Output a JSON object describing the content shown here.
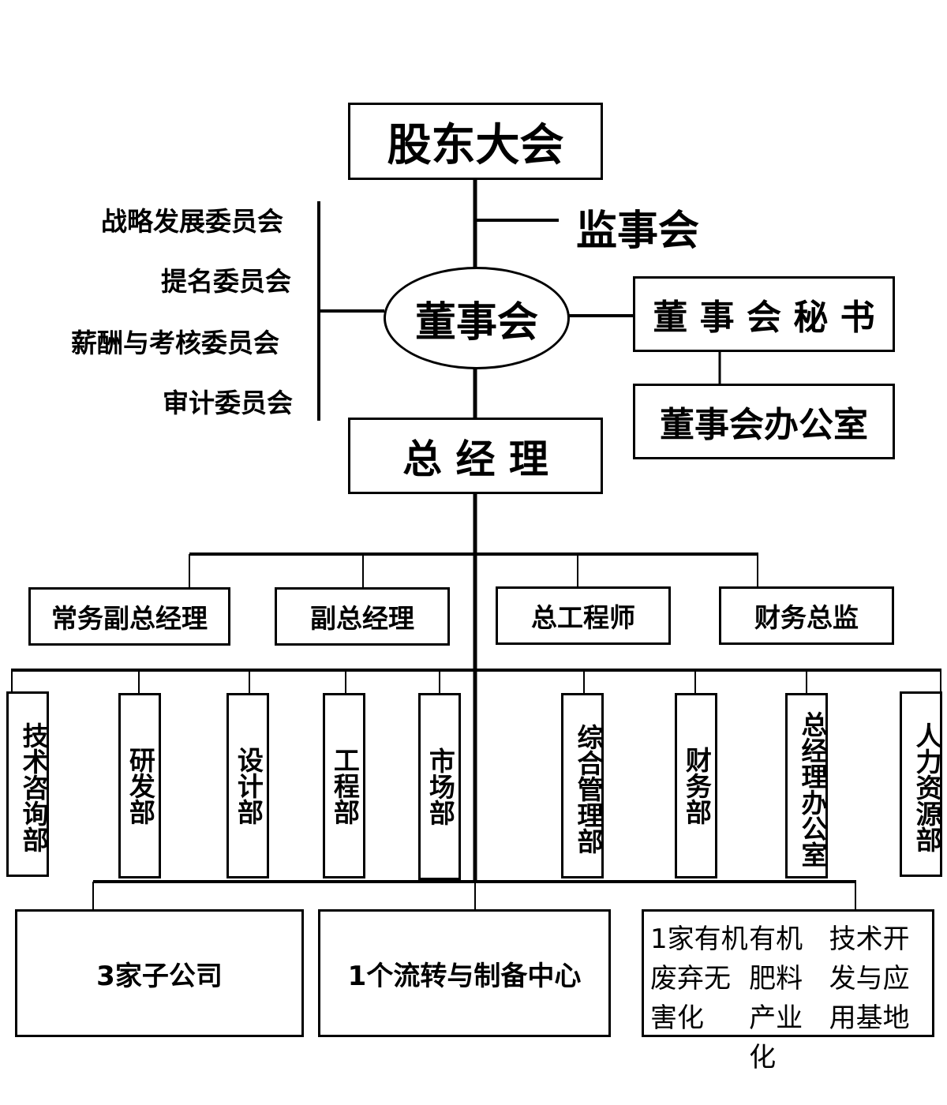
{
  "top": {
    "shareholders": "股东大会",
    "supervisors": "监事会",
    "board": "董事会",
    "board_secretary": "董 事 会 秘 书",
    "board_office": "董事会办公室",
    "general_manager": "总 经 理"
  },
  "committees": [
    "战略发展委员会",
    "提名委员会",
    "薪酬与考核委员会",
    "审计委员会"
  ],
  "executives": [
    "常务副总经理",
    "副总经理",
    "总工程师",
    "财务总监"
  ],
  "departments": {
    "consulting": "技术咨询部",
    "rnd": "研发部",
    "design": "设计部",
    "engineering": "工程部",
    "market": "市场部",
    "admin": "综合管理部",
    "finance": "财务部",
    "gm_office": "总经理办公室",
    "hr": "人力资源部"
  },
  "subsidiaries": {
    "companies": "3家子公司",
    "center": "1个流转与制备中心",
    "base_lines": [
      "1家有机废弃无害化",
      "有机肥料产业化",
      "技术开发与应用基地"
    ]
  }
}
